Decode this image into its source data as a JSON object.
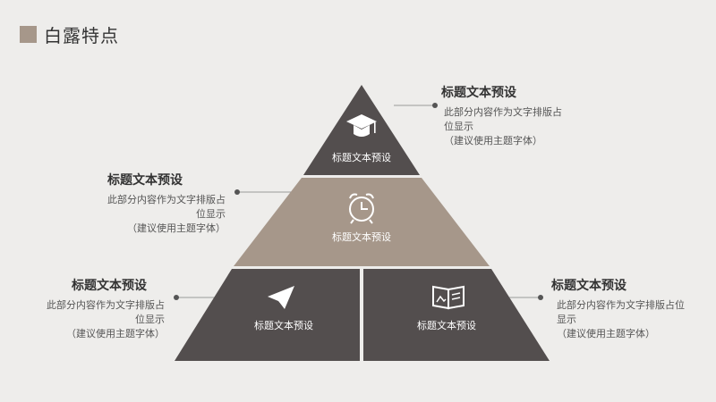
{
  "slide_title": "白露特点",
  "colors": {
    "accent": "#a6978a",
    "dark": "#534e4e",
    "bg": "#eeedeb"
  },
  "pyramid": {
    "top": {
      "label": "标题文本预设",
      "icon": "graduation-cap-icon"
    },
    "middle": {
      "label": "标题文本预设",
      "icon": "alarm-clock-icon"
    },
    "bottom_left": {
      "label": "标题文本预设",
      "icon": "paper-plane-icon"
    },
    "bottom_right": {
      "label": "标题文本预设",
      "icon": "open-book-icon"
    }
  },
  "callouts": {
    "top_right": {
      "heading": "标题文本预设",
      "body": "此部分内容作为文字排版占\n位显示\n（建议使用主题字体）"
    },
    "middle_left": {
      "heading": "标题文本预设",
      "body": "此部分内容作为文字排版占\n位显示\n（建议使用主题字体）"
    },
    "bottom_left": {
      "heading": "标题文本预设",
      "body": "此部分内容作为文字排版占\n位显示\n（建议使用主题字体）"
    },
    "bottom_right": {
      "heading": "标题文本预设",
      "body": "此部分内容作为文字排版占位\n显示\n（建议使用主题字体）"
    }
  }
}
